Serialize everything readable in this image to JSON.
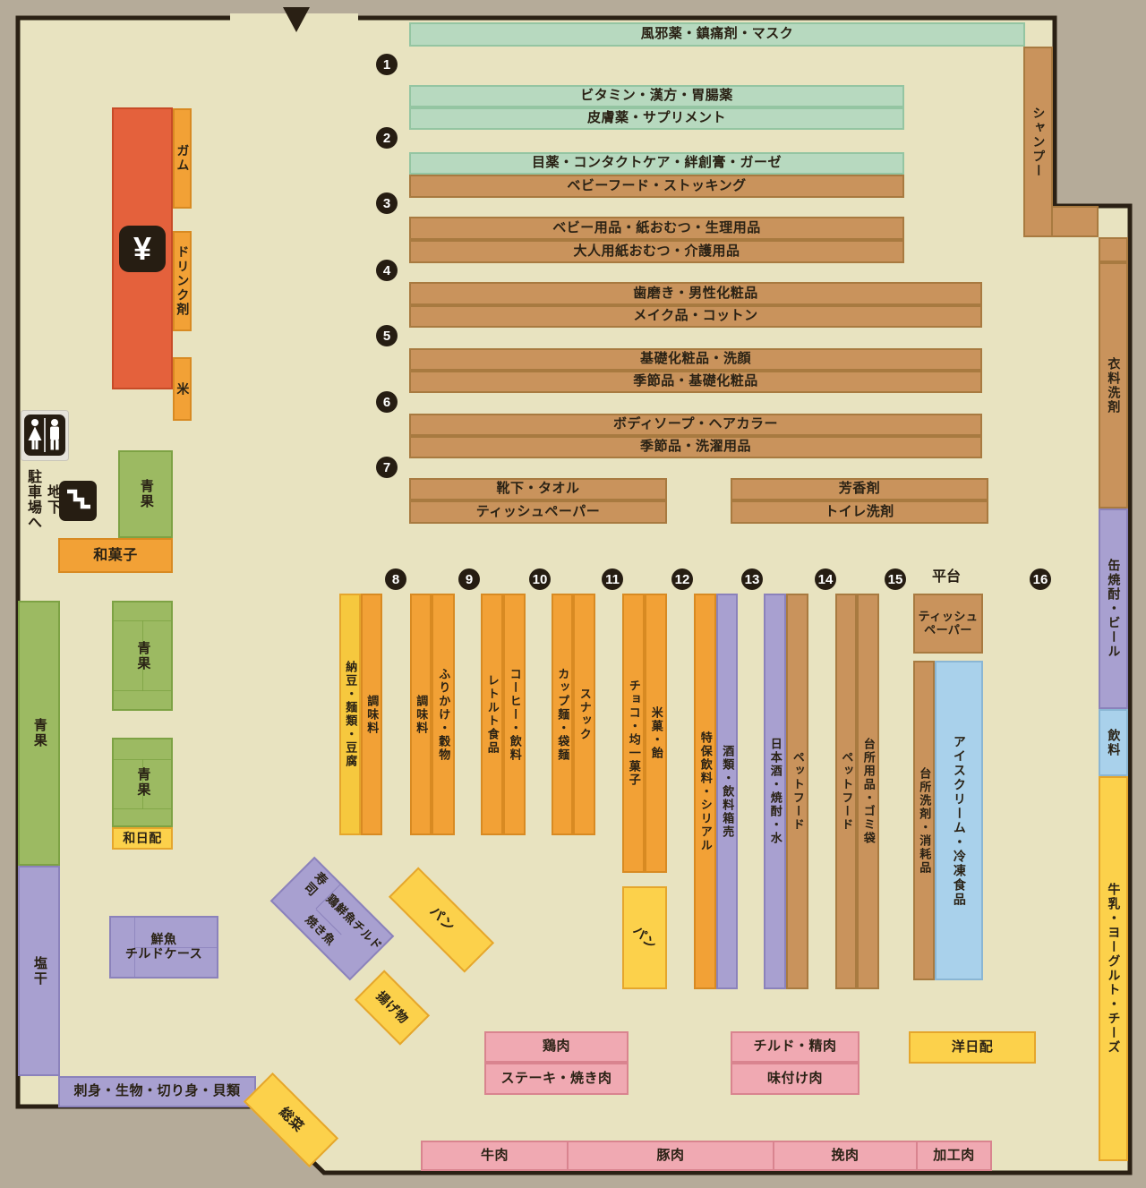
{
  "badges": [
    "1",
    "2",
    "3",
    "4",
    "5",
    "6",
    "7",
    "8",
    "9",
    "10",
    "11",
    "12",
    "13",
    "14",
    "15",
    "16"
  ],
  "icons": {
    "yen_symbol": "¥"
  },
  "colors": {
    "floor": "#e8e3c0",
    "outside": "#b5ab99",
    "wall": "#2a2014",
    "medicine_green": "#b7d9bf",
    "household_brown": "#c9935c",
    "grocery_orange": "#f2a136",
    "daily_yellow": "#fcd14b",
    "liquor_purple": "#a8a0d0",
    "frozen_blue": "#a9d1eb",
    "meat_pink": "#f0a9b2",
    "register_red": "#e4613c",
    "produce_green": "#9cba62"
  },
  "labels": {
    "kaze": "風邪薬・鎮痛剤・マスク",
    "vitamin": "ビタミン・漢方・胃腸薬",
    "hifuyaku": "皮膚薬・サプリメント",
    "megusuri": "目薬・コンタクトケア・絆創膏・ガーゼ",
    "babyfood": "ベビーフード・ストッキング",
    "babyhin": "ベビー用品・紙おむつ・生理用品",
    "otona": "大人用紙おむつ・介護用品",
    "hamigaki": "歯磨き・男性化粧品",
    "makeup": "メイク品・コットン",
    "kiso": "基礎化粧品・洗顔",
    "kisetsu_kiso": "季節品・基礎化粧品",
    "bodysoap": "ボディソープ・ヘアカラー",
    "kisetsu_sentaku": "季節品・洗濯用品",
    "kutsushita": "靴下・タオル",
    "tissue": "ティッシュペーパー",
    "hokozai": "芳香剤",
    "toilet": "トイレ洗剤",
    "shampoo": "シャンプー",
    "iryo": "衣料洗剤",
    "kanbeer": "缶焼酎・ビール",
    "inryo": "飲料",
    "gyunyu": "牛乳・ヨーグルト・チーズ",
    "gum": "ガム",
    "drinkzai": "ドリンク剤",
    "kome": "米",
    "wagashi": "和菓子",
    "seika": "青果",
    "wanippai": "和日配",
    "shiohoshi": "塩干",
    "sashimi": "刺身・生物・切り身・貝類",
    "sozai": "総菜",
    "sengyo_l1": "鮮魚",
    "sengyo_l2": "チルドケース",
    "sushi": "寿司",
    "torisengyo": "鶏鮮魚チルド",
    "yakizakana": "焼き魚",
    "pan": "パン",
    "agemono": "揚げ物",
    "natto": "納豆・麺類・豆腐",
    "chomiryo": "調味料",
    "furikake": "ふりかけ・穀物",
    "retort": "レトルト食品",
    "coffee": "コーヒー・飲料",
    "cupmen": "カップ麺・袋麺",
    "snack": "スナック",
    "choco": "チョコ・均一菓子",
    "beika": "米菓・飴",
    "tokuho": "特保飲料・シリアル",
    "shurui": "酒類・飲料箱売",
    "nihonshu": "日本酒・焼酎・水",
    "petfood": "ペットフード",
    "daidokoro": "台所用品・ゴミ袋",
    "daisenzai": "台所洗剤・消耗品",
    "ice": "アイスクリーム・冷凍食品",
    "hiradai": "平台",
    "keiniku": "鶏肉",
    "steak": "ステーキ・焼き肉",
    "chilled": "チルド・精肉",
    "ajitsuke": "味付け肉",
    "yonippai": "洋日配",
    "gyuniku": "牛肉",
    "butaniku": "豚肉",
    "hikiniku": "挽肉",
    "kakoniku": "加工肉",
    "parking": "駐車場へ",
    "chika": "地下"
  }
}
